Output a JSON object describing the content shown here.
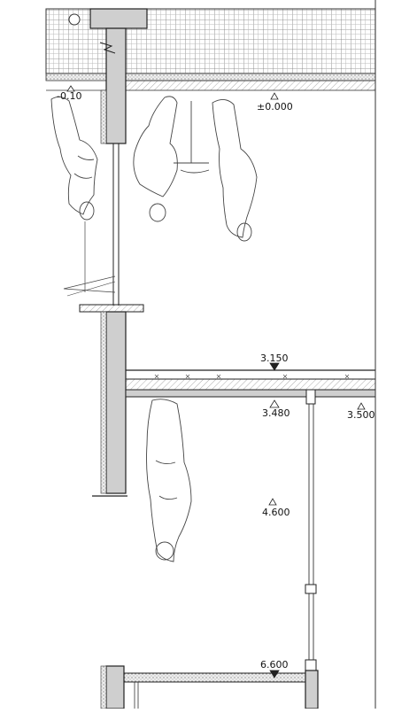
{
  "drawing": {
    "levels": [
      {
        "id": "lvl-0000",
        "label": "±0.000"
      },
      {
        "id": "lvl-m0100",
        "label": "-0.10"
      },
      {
        "id": "lvl-3150",
        "label": "3.150"
      },
      {
        "id": "lvl-3480",
        "label": "3.480"
      },
      {
        "id": "lvl-3500",
        "label": "3.500"
      },
      {
        "id": "lvl-4600",
        "label": "4.600"
      },
      {
        "id": "lvl-6600",
        "label": "6.600"
      }
    ],
    "colors": {
      "line": "#222222",
      "hatch": "#9a9a9a",
      "concrete": "#cfcfcf",
      "figure": "#444444"
    }
  }
}
